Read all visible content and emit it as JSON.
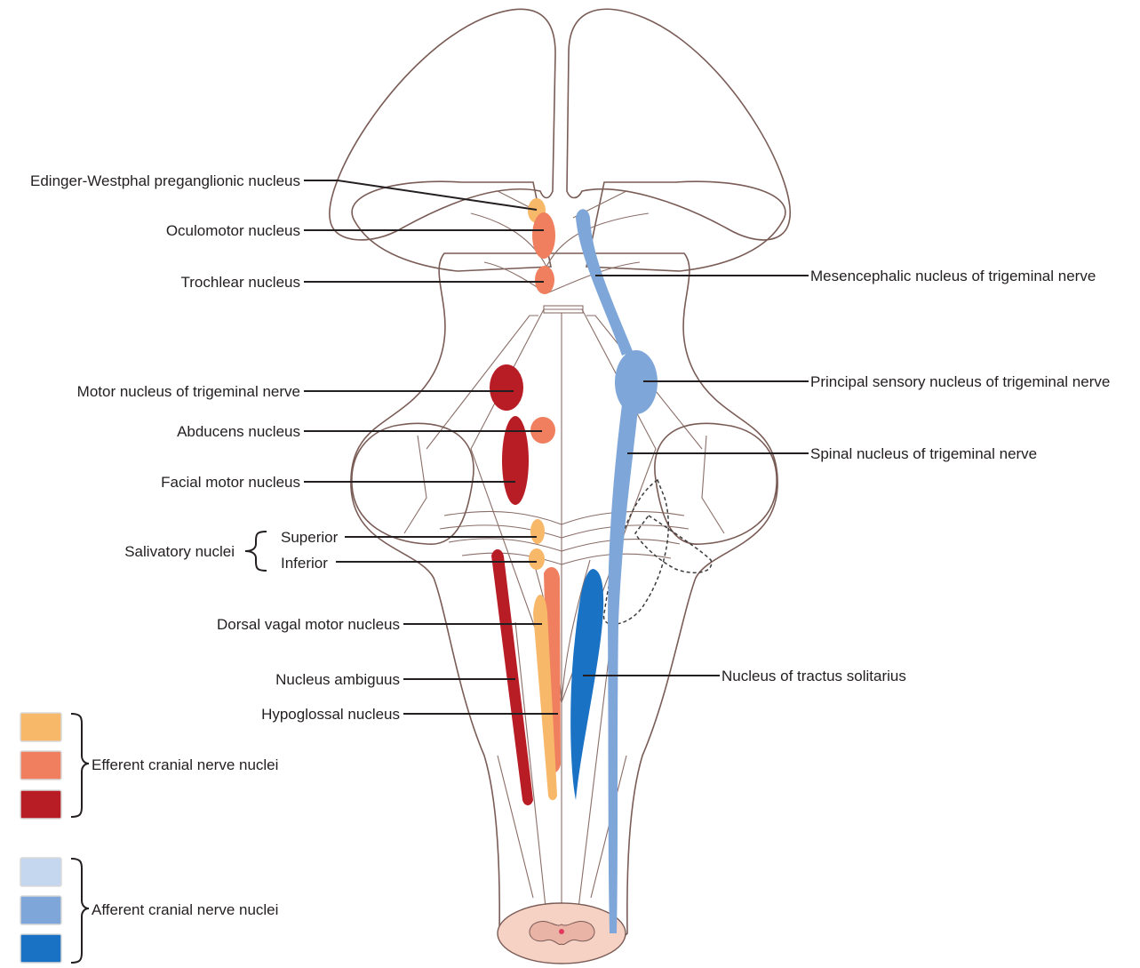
{
  "labels": {
    "edinger_westphal": "Edinger-Westphal preganglionic nucleus",
    "oculomotor": "Oculomotor nucleus",
    "trochlear": "Trochlear nucleus",
    "motor_trigeminal": "Motor nucleus of trigeminal nerve",
    "abducens": "Abducens nucleus",
    "facial_motor": "Facial motor nucleus",
    "salivatory": "Salivatory nuclei",
    "superior": "Superior",
    "inferior": "Inferior",
    "dorsal_vagal": "Dorsal vagal motor nucleus",
    "ambiguus": "Nucleus ambiguus",
    "hypoglossal": "Hypoglossal nucleus",
    "mesencephalic": "Mesencephalic nucleus of trigeminal nerve",
    "principal_sensory": "Principal sensory nucleus of trigeminal nerve",
    "spinal_trigeminal": "Spinal nucleus of trigeminal nerve",
    "solitarius": "Nucleus of tractus solitarius"
  },
  "legend": {
    "efferent": {
      "label": "Efferent cranial nerve nuclei",
      "colors": [
        "#f8b86a",
        "#ef7f5e",
        "#b81c25"
      ]
    },
    "afferent": {
      "label": "Afferent cranial nerve nuclei",
      "colors": [
        "#c5d7ee",
        "#7ea6d8",
        "#1a72c4"
      ]
    }
  },
  "colors": {
    "tissue": "#f9dbd0",
    "tissue_outline": "#7a5c56",
    "cerebellar_peduncle": "#ecd5c8",
    "efferent_light": "#f8b86a",
    "efferent_mid": "#ef7f5e",
    "efferent_dark": "#b81c25",
    "afferent_mid": "#7ea6d8",
    "afferent_dark": "#1a72c4"
  }
}
